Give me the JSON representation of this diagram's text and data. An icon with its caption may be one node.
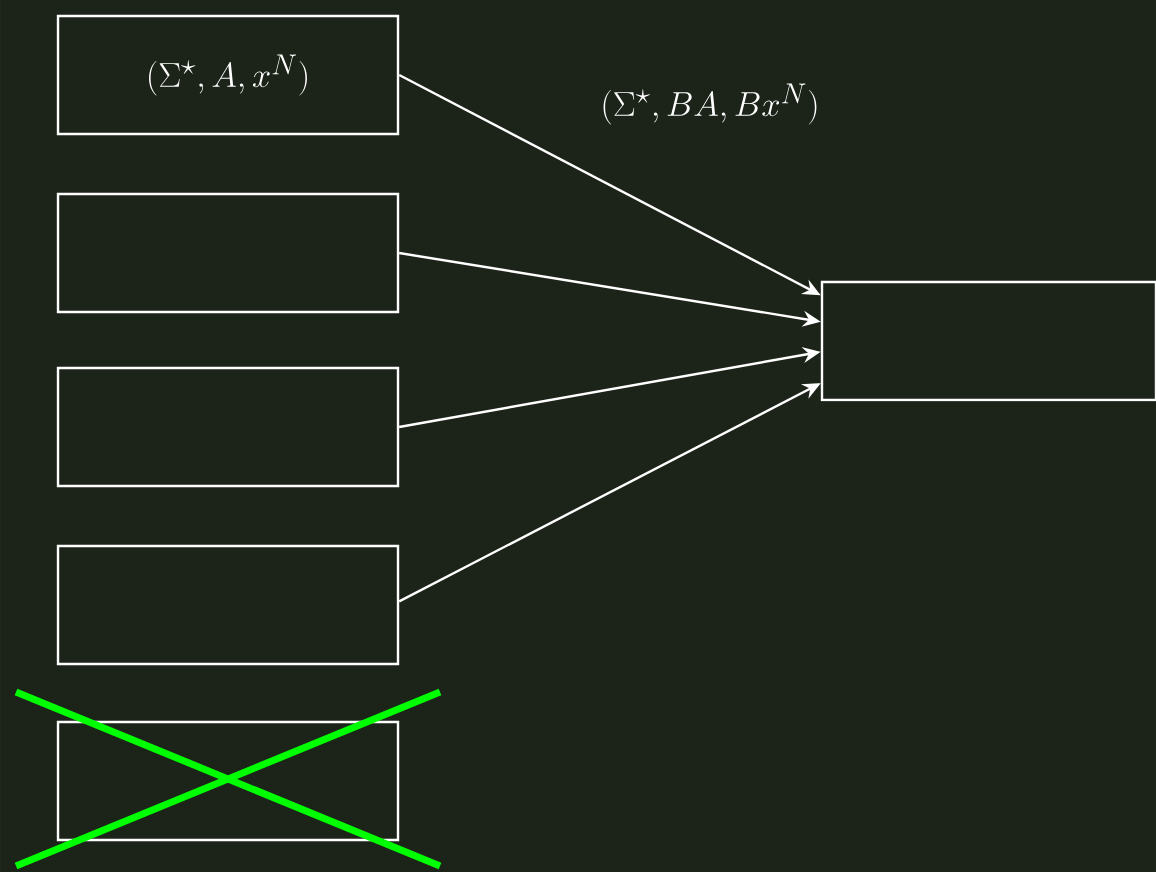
{
  "diagram": {
    "nodes": [
      {
        "text": [
          "(\\Sigma^\\star, A, x^N)"
        ]
      },
      {
        "text": [],
        "shape": "box"
      },
      {
        "text": [],
        "shape": "box"
      },
      {
        "text": [],
        "shape": "box"
      },
      {
        "text": [],
        "shape": "box"
      },
      {
        "text": [],
        "shape": "box"
      }
    ],
    "edges": [
      {
        "from": 0,
        "to": 5,
        "arrow": "to",
        "label": "(\\Sigma^\\star, BA, Bx^N)"
      },
      {
        "from": 1,
        "to": 5,
        "arrow": "to"
      },
      {
        "from": 2,
        "to": 5,
        "arrow": "to"
      },
      {
        "from": 3,
        "to": 5,
        "arrow": "to"
      }
    ]
  }
}
